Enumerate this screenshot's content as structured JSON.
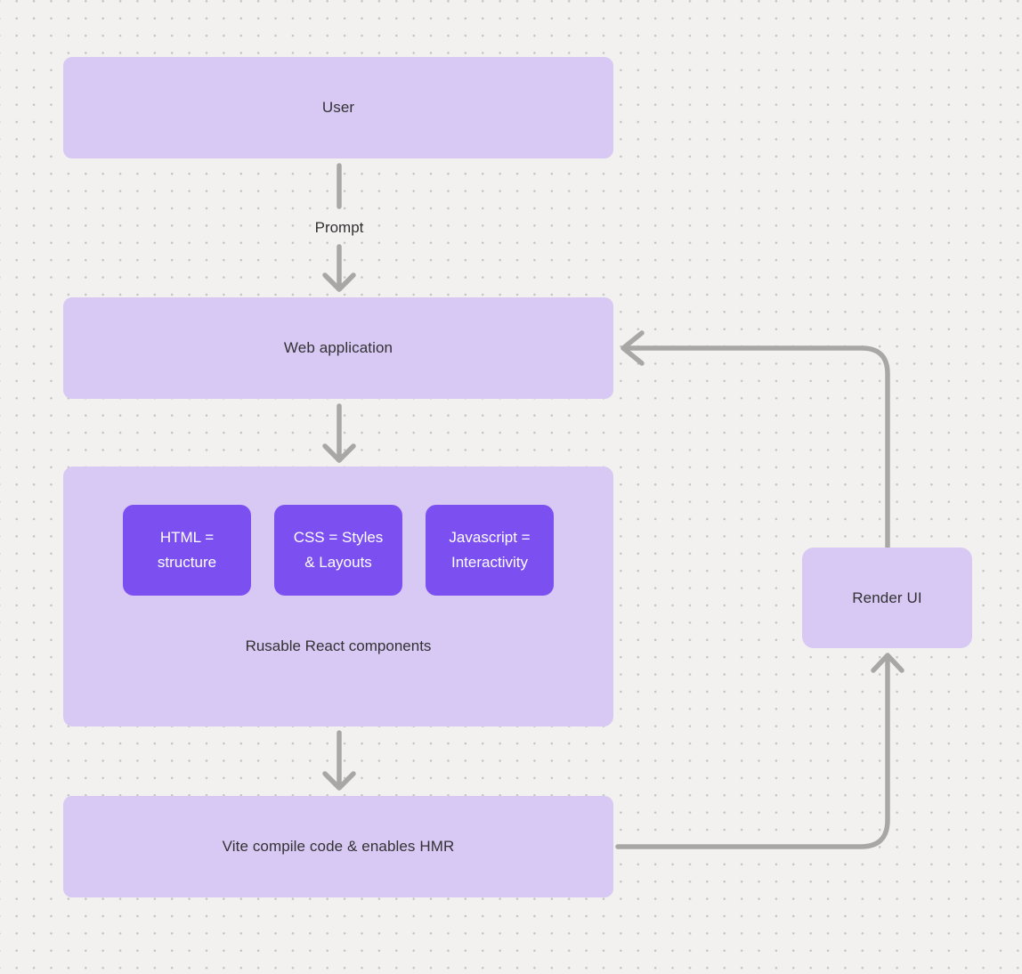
{
  "colors": {
    "background": "#f2f1f0",
    "dot": "#c6c4c2",
    "node_light": "#d7c9f3",
    "node_dark": "#7c4ff0",
    "arrow": "#a8a7a5",
    "text_dark": "#343134",
    "text_light": "#ffffff"
  },
  "diagram": {
    "nodes": {
      "user": {
        "label": "User"
      },
      "web_application": {
        "label": "Web application"
      },
      "components_group": {
        "caption": "Rusable React components",
        "children": [
          {
            "label": "HTML = structure",
            "lines": [
              "HTML =",
              "structure"
            ]
          },
          {
            "label": "CSS = Styles & Layouts",
            "lines": [
              "CSS = Styles",
              "& Layouts"
            ]
          },
          {
            "label": "Javascript = Interactivity",
            "lines": [
              "Javascript =",
              "Interactivity"
            ]
          }
        ]
      },
      "vite": {
        "label": "Vite compile code & enables HMR"
      },
      "render_ui": {
        "label": "Render UI"
      }
    },
    "edges": {
      "user_to_webapp_label": "Prompt"
    }
  }
}
